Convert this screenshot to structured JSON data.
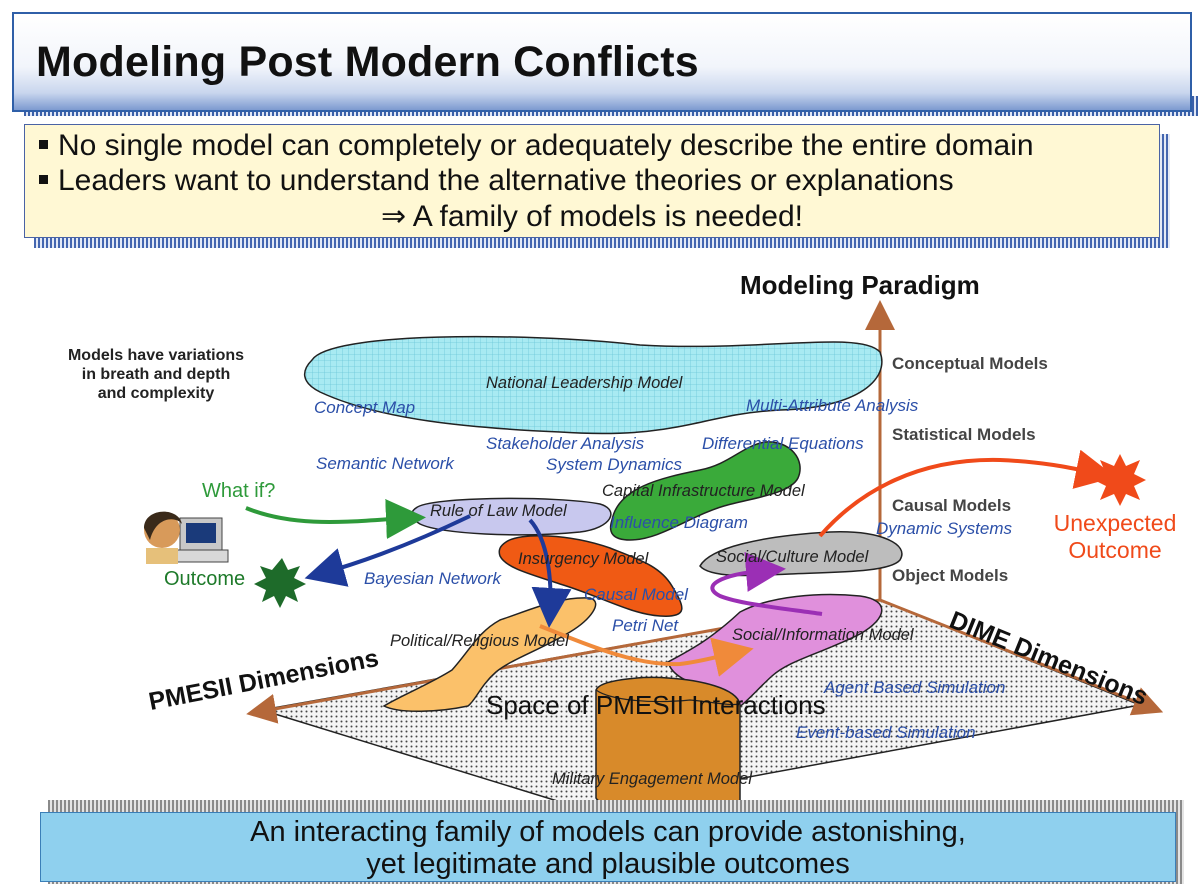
{
  "title": "Modeling Post Modern Conflicts",
  "bullets": [
    "No single model can completely or adequately describe the entire domain",
    "Leaders want to understand the alternative theories or explanations"
  ],
  "conclusion": "⇒ A family of models is needed!",
  "note": [
    "Models have variations",
    "in breath and depth",
    "and complexity"
  ],
  "axes": {
    "vertical": "Modeling Paradigm",
    "left": "PMESII Dimensions",
    "right": "DIME Dimensions"
  },
  "paradigm_levels": [
    "Conceptual Models",
    "Statistical Models",
    "Causal Models",
    "Object Models"
  ],
  "techniques": {
    "concept_map": "Concept Map",
    "multi_attribute": "Multi-Attribute Analysis",
    "stakeholder": "Stakeholder Analysis",
    "differential": "Differential Equations",
    "semantic_network": "Semantic Network",
    "system_dynamics": "System Dynamics",
    "influence_diagram": "Influence Diagram",
    "dynamic_systems": "Dynamic Systems",
    "bayesian": "Bayesian Network",
    "causal_model": "Causal Model",
    "petri_net": "Petri Net",
    "agent_based": "Agent Based Simulation",
    "event_based": "Event-based Simulation"
  },
  "models": {
    "national": "National Leadership Model",
    "capital": "Capital Infrastructure Model",
    "rule_of_law": "Rule of Law Model",
    "insurgency": "Insurgency Model",
    "social_culture": "Social/Culture Model",
    "political": "Political/Religious Model",
    "social_info": "Social/Information Model",
    "military": "Military Engagement Model"
  },
  "plane_label": "Space of PMESII Interactions",
  "what_if": "What if?",
  "outcome": "Outcome",
  "unexpected": [
    "Unexpected",
    "Outcome"
  ],
  "bottom": [
    "An interacting family of models can provide astonishing,",
    "yet legitimate and plausible outcomes"
  ],
  "colors": {
    "title_border": "#2f5fa8",
    "bullet_bg": "#fff8d4",
    "bottom_bg": "#8fd0ee",
    "axis": "#b5683a",
    "green": "#2e9a3a",
    "red": "#f04a1a",
    "blue_arrow": "#1e3a99",
    "purple_arrow": "#9b2fb5",
    "orange_arrow": "#f08a3a"
  }
}
